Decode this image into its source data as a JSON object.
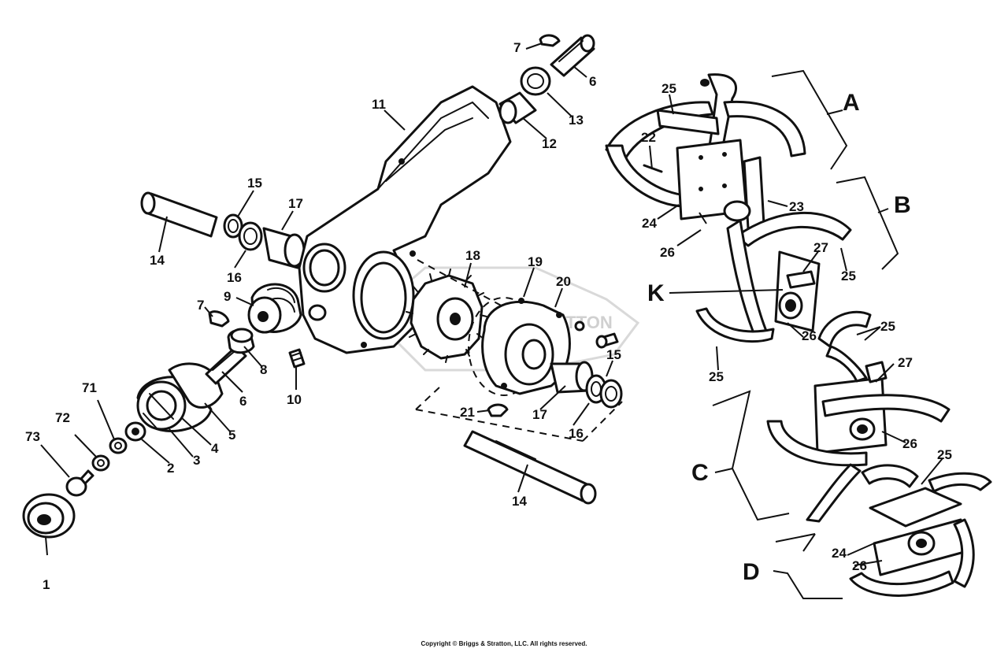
{
  "diagram": {
    "watermark": "STRATTON",
    "copyright": "Copyright © Briggs & Stratton, LLC. All rights reserved.",
    "labels": {
      "p1": "1",
      "p2": "2",
      "p3": "3",
      "p4": "4",
      "p5": "5",
      "p6a": "6",
      "p6b": "6",
      "p7a": "7",
      "p7b": "7",
      "p8": "8",
      "p9": "9",
      "p10": "10",
      "p11": "11",
      "p12": "12",
      "p13": "13",
      "p14a": "14",
      "p14b": "14",
      "p15a": "15",
      "p15b": "15",
      "p16a": "16",
      "p16b": "16",
      "p17a": "17",
      "p17b": "17",
      "p18": "18",
      "p19": "19",
      "p20": "20",
      "p21": "21",
      "p22": "22",
      "p23": "23",
      "p24a": "24",
      "p24b": "24",
      "p25a": "25",
      "p25b": "25",
      "p25c": "25",
      "p25d": "25",
      "p25e": "25",
      "p26a": "26",
      "p26b": "26",
      "p26c": "26",
      "p26d": "26",
      "p27a": "27",
      "p27b": "27",
      "p71": "71",
      "p72": "72",
      "p73": "73"
    },
    "groups": {
      "A": "A",
      "B": "B",
      "C": "C",
      "D": "D",
      "K": "K"
    }
  }
}
